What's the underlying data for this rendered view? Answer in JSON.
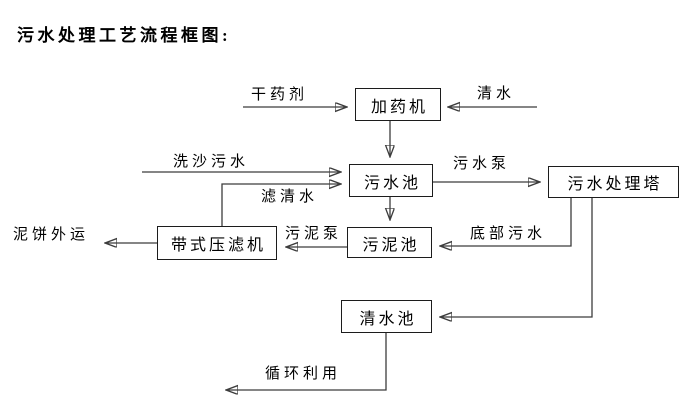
{
  "title": "污水处理工艺流程框图:",
  "colors": {
    "background": "#ffffff",
    "box_border": "#1c1c1c",
    "line": "#3c3c3c",
    "arrowhead": "#111111",
    "text": "#000000"
  },
  "diagram": {
    "nodes": {
      "dosing_machine": {
        "label": "加药机"
      },
      "sewage_pool": {
        "label": "污水池"
      },
      "treatment_tower": {
        "label": "污水处理塔"
      },
      "sludge_pool": {
        "label": "污泥池"
      },
      "belt_filter_press": {
        "label": "带式压滤机"
      },
      "clean_water_pool": {
        "label": "清水池"
      }
    },
    "edges": {
      "dry_chemical": {
        "label": "干药剂",
        "from": "external-left",
        "to": "dosing_machine"
      },
      "clean_water_in": {
        "label": "清水",
        "from": "external-right",
        "to": "dosing_machine"
      },
      "dosing_to_sewage": {
        "label": "",
        "from": "dosing_machine",
        "to": "sewage_pool"
      },
      "sand_washing_sewage": {
        "label": "洗沙污水",
        "from": "external-left",
        "to": "sewage_pool"
      },
      "filtered_water": {
        "label": "滤清水",
        "from": "belt_filter_press",
        "to": "sewage_pool"
      },
      "sewage_pump": {
        "label": "污水泵",
        "from": "sewage_pool",
        "to": "treatment_tower"
      },
      "sewage_to_sludge": {
        "label": "",
        "from": "sewage_pool",
        "to": "sludge_pool"
      },
      "sludge_pump": {
        "label": "污泥泵",
        "from": "sludge_pool",
        "to": "belt_filter_press"
      },
      "mud_cake_out": {
        "label": "泥饼外运",
        "from": "belt_filter_press",
        "to": "external-left"
      },
      "bottom_sewage": {
        "label": "底部污水",
        "from": "treatment_tower",
        "to": "sludge_pool"
      },
      "tower_to_clean_pool": {
        "label": "",
        "from": "treatment_tower",
        "to": "clean_water_pool"
      },
      "recycle": {
        "label": "循环利用",
        "from": "clean_water_pool",
        "to": "external-left"
      }
    }
  }
}
